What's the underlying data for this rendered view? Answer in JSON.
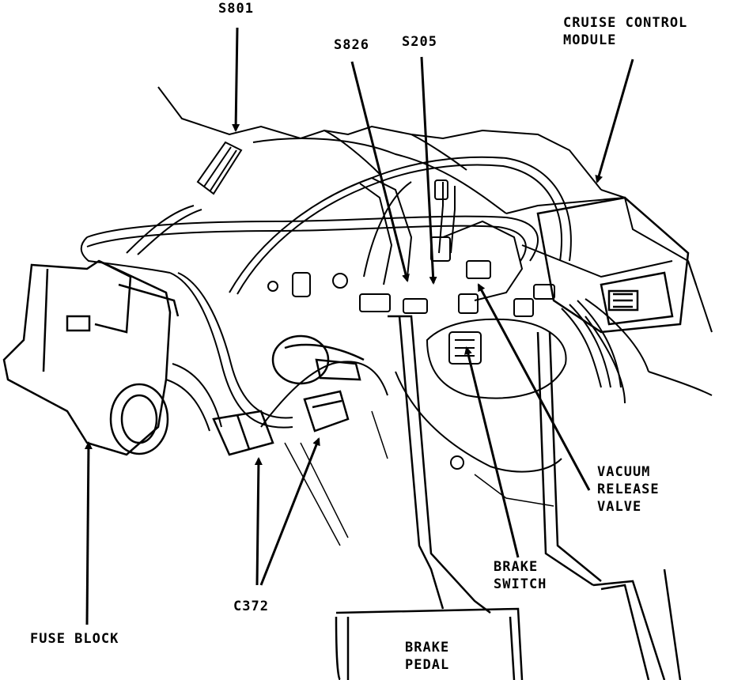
{
  "labels": {
    "s801": "S801",
    "s826": "S826",
    "s205": "S205",
    "cruise_line1": "CRUISE CONTROL",
    "cruise_line2": "MODULE",
    "vacuum_line1": "VACUUM",
    "vacuum_line2": "RELEASE",
    "vacuum_line3": "VALVE",
    "brake_switch_line1": "BRAKE",
    "brake_switch_line2": "SWITCH",
    "c372": "C372",
    "fuse_block": "FUSE BLOCK",
    "brake_pedal_line1": "BRAKE",
    "brake_pedal_line2": "PEDAL"
  },
  "colors": {
    "ink": "#000000",
    "paper": "#ffffff"
  }
}
